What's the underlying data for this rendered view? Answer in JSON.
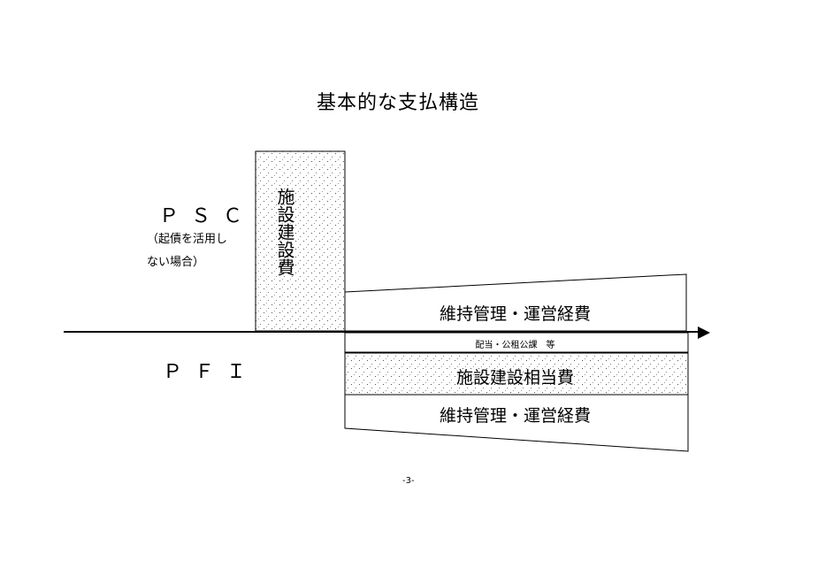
{
  "title": "基本的な支払構造",
  "psc": {
    "label": "ＰＳＣ",
    "note_line1": "（起債を活用し",
    "note_line2": "ない場合）",
    "construction_cost": "施設建設費",
    "maintenance_cost": "維持管理・運営経費"
  },
  "pfi": {
    "label": "ＰＦＩ",
    "dividend_tax": "配当・公租公課　等",
    "construction_equivalent": "施設建設相当費",
    "maintenance_cost": "維持管理・運営経費"
  },
  "page_number": "-3-"
}
